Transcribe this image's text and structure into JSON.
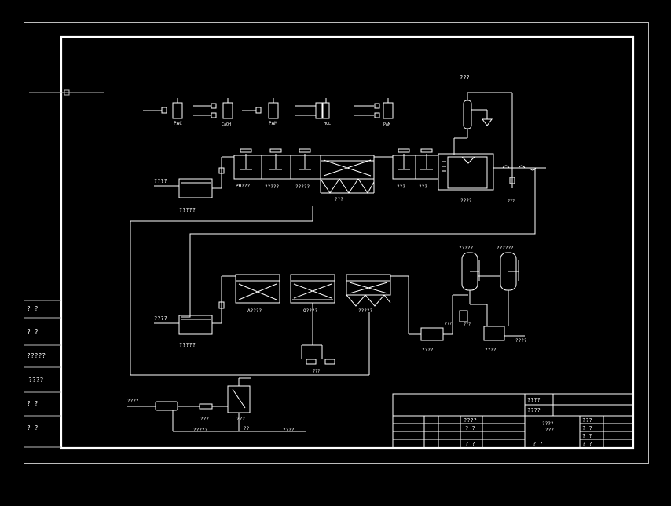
{
  "side_labels": [
    {
      "text": "?  ?"
    },
    {
      "text": "?  ?"
    },
    {
      "text": "?????"
    },
    {
      "text": "????"
    },
    {
      "text": "?  ?"
    },
    {
      "text": "?  ?"
    }
  ],
  "top_label": "???",
  "dosing": [
    "PAC",
    "CaOH",
    "PAM",
    "HCL",
    "PAM"
  ],
  "row1": {
    "inflow": "????",
    "tank1": "?????",
    "ph": "PH???",
    "t2": "?????",
    "t3": "?????",
    "settle": "???",
    "t4": "???",
    "t5": "???",
    "t6": "????",
    "right": "???"
  },
  "row2": {
    "inflow": "????",
    "tank1": "?????",
    "a": "A????",
    "o": "O????",
    "settle": "?????",
    "blower": "???",
    "filter1": "?????",
    "filter2": "??????",
    "small": "???",
    "tank2": "????",
    "tank3": "????",
    "outflow": "????",
    "misc": "???"
  },
  "sludge": {
    "inflow": "????",
    "pump": "???",
    "dewater": "???",
    "out": "?????",
    "cake": "??",
    "drain": "????"
  },
  "titleblock": {
    "r1": "????",
    "r2": "????",
    "left1": "????",
    "left2": "? ?",
    "left3": "?  ?",
    "name": "????",
    "sub": "???",
    "c1": "???",
    "c2": "?  ?",
    "c3": "?  ?",
    "c4": "?  ?",
    "bottom_mid": "?  ?"
  }
}
